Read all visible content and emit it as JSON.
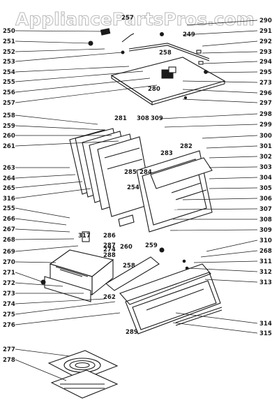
{
  "watermark": "AppliancePartsPros.com",
  "callouts_left": [
    "250",
    "251",
    "252",
    "253",
    "254",
    "255",
    "256",
    "257",
    "258",
    "259",
    "260",
    "261",
    "263",
    "264",
    "265",
    "316",
    "255",
    "266",
    "267",
    "268",
    "269",
    "270",
    "271",
    "272",
    "273",
    "274",
    "275",
    "276",
    "277",
    "278"
  ],
  "callouts_right": [
    "290",
    "291",
    "292",
    "293",
    "294",
    "295",
    "273",
    "296",
    "297",
    "298",
    "299",
    "300",
    "301",
    "302",
    "303",
    "304",
    "305",
    "306",
    "307",
    "308",
    "309",
    "310",
    "268",
    "311",
    "312",
    "313",
    "314",
    "315"
  ],
  "callouts_inner": [
    "257",
    "249",
    "258",
    "280",
    "281",
    "308",
    "309",
    "283",
    "282",
    "285",
    "284",
    "254",
    "286",
    "287",
    "288",
    "317",
    "274",
    "260",
    "259",
    "258",
    "262",
    "289"
  ]
}
